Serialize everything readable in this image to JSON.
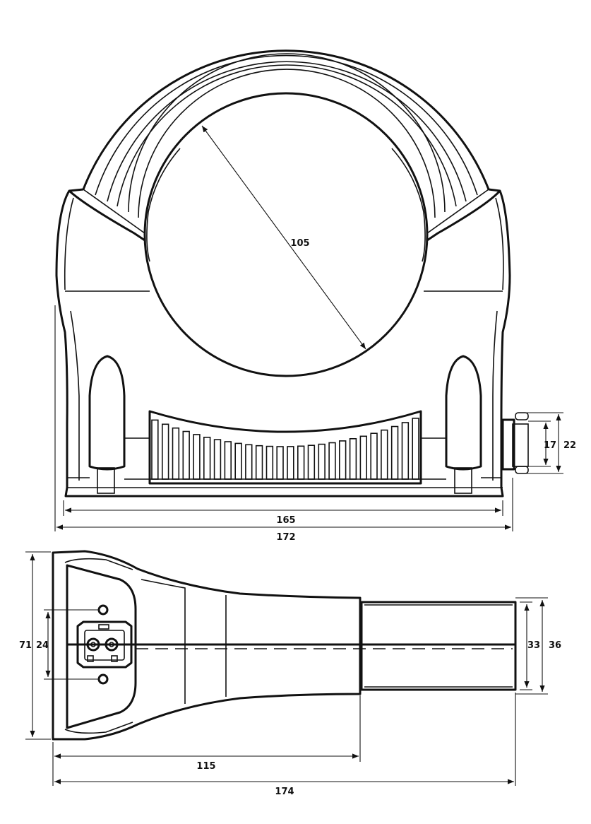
{
  "diagram": {
    "front_view": {
      "dimensions": {
        "diameter": "105",
        "inner_width": "165",
        "outer_width": "172",
        "connector_inner": "17",
        "connector_outer": "22"
      }
    },
    "side_view": {
      "dimensions": {
        "total_height": "71",
        "socket_spacing": "24",
        "tube_inner": "33",
        "tube_outer": "36",
        "body_length": "115",
        "total_length": "174"
      }
    },
    "colors": {
      "line": "#111111",
      "background": "#ffffff"
    }
  }
}
